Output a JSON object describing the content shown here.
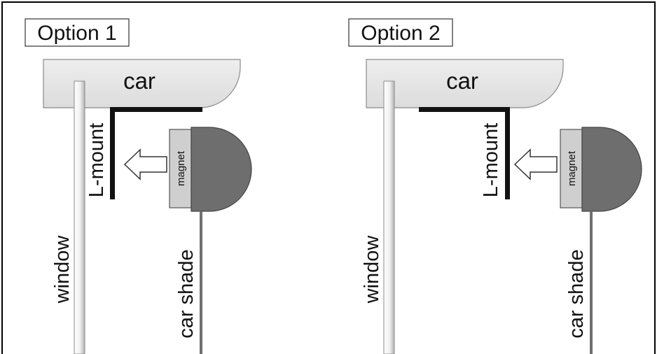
{
  "options": [
    {
      "title": "Option 1",
      "labels": {
        "car": "car",
        "l_mount": "L-mount",
        "magnet": "magnet",
        "window": "window",
        "car_shade": "car shade"
      }
    },
    {
      "title": "Option 2",
      "labels": {
        "car": "car",
        "l_mount": "L-mount",
        "magnet": "magnet",
        "window": "window",
        "car_shade": "car shade"
      }
    }
  ],
  "colors": {
    "car_body": "#e4e4e4",
    "car_outline": "#8a8a8a",
    "l_mount": "#111111",
    "magnet": "#cfcfcf",
    "shade_head": "#6e6e6e",
    "shade_rod": "#707070",
    "window_glass": "#f4f4f4",
    "frame": "#000000"
  }
}
